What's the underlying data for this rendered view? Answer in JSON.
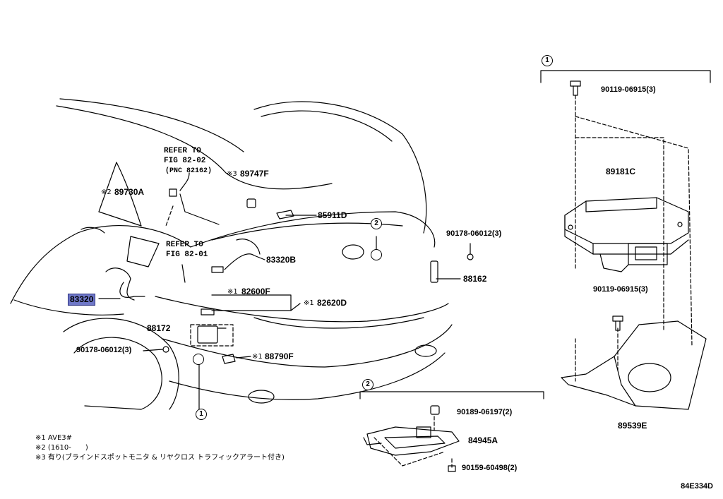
{
  "callouts": {
    "c1": "1",
    "c2": "2"
  },
  "parts": {
    "p_83320": "83320",
    "p_89730A": "89730A",
    "p_89730A_mark": "※2",
    "p_89747F": "89747F",
    "p_89747F_mark": "※3",
    "p_85911D": "85911D",
    "p_83320B": "83320B",
    "p_82600F": "82600F",
    "p_82600F_mark": "※1",
    "p_82620D": "82620D",
    "p_82620D_mark": "※1",
    "p_88172": "88172",
    "p_90178_left": "90178-06012(3)",
    "p_88790F": "88790F",
    "p_88790F_mark": "※1",
    "p_90178_right": "90178-06012(3)",
    "p_88162": "88162",
    "p_90119_top": "90119-06915(3)",
    "p_89181C": "89181C",
    "p_90119_mid": "90119-06915(3)",
    "p_89539E": "89539E",
    "p_90189": "90189-06197(2)",
    "p_84945A": "84945A",
    "p_90159": "90159-60498(2)"
  },
  "refs": {
    "ref1_l1": "REFER TO",
    "ref1_l2": "FIG 82-02",
    "ref1_l3": "(PNC 82162)",
    "ref2_l1": "REFER TO",
    "ref2_l2": "FIG 82-01"
  },
  "notes": {
    "n1": "※1 AVE3#",
    "n2": "※2 (1610-　　)",
    "n3": "※3 有り(ブラインドスポットモニタ & リヤクロス トラフィックアラート付き)"
  },
  "diagram_code": "84E334D",
  "colors": {
    "highlight": "#6f78c8",
    "line": "#000000"
  }
}
